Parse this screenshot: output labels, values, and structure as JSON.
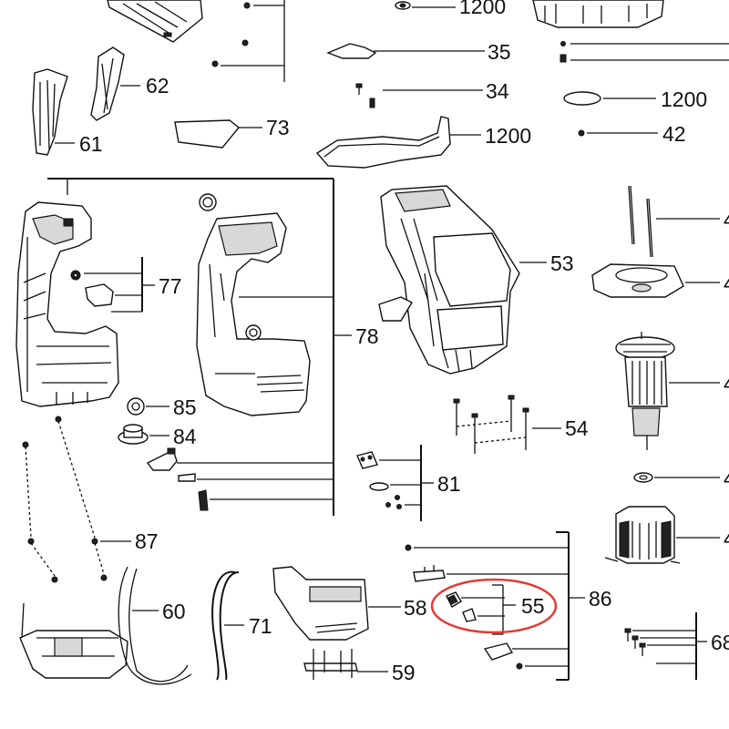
{
  "diagram": {
    "labels": {
      "l1200a": "1200",
      "l35": "35",
      "l62": "62",
      "l34": "34",
      "l1200b": "1200",
      "l73": "73",
      "l1200c": "1200",
      "l61": "61",
      "l42": "42",
      "l53": "53",
      "l77": "77",
      "l78": "78",
      "l85": "85",
      "l84": "84",
      "l54": "54",
      "l81": "81",
      "l87": "87",
      "l60": "60",
      "l71": "71",
      "l58": "58",
      "l55": "55",
      "l86": "86",
      "l59": "59",
      "l68": "68",
      "l4a": "4",
      "l4b": "4",
      "l4c": "4",
      "l4d": "4",
      "l4e": "4"
    },
    "highlight_color": "#e53935"
  }
}
